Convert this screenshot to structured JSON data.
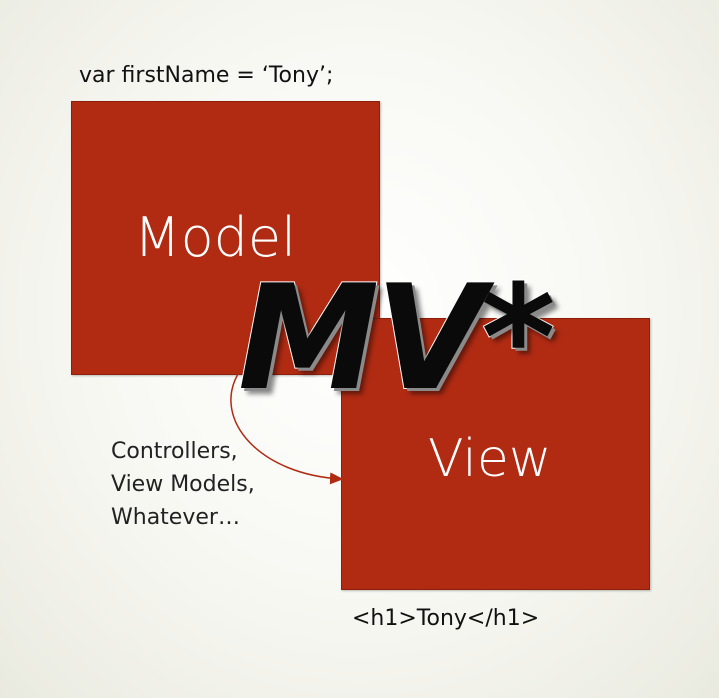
{
  "model_code": "var firstName = ‘Tony’;",
  "model_title": "Model",
  "view_title": "View",
  "view_code": "<h1>Tony</h1>",
  "pattern_title": "MV*",
  "controllers_lines": [
    "Controllers,",
    "View Models,",
    "Whatever…"
  ],
  "colors": {
    "box_fill": "#b12b13",
    "box_text": "#ffffff",
    "arrow": "#b12b13",
    "title_text": "#0a0a0a"
  }
}
